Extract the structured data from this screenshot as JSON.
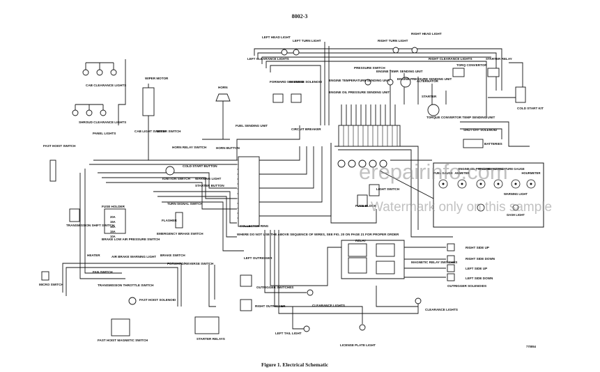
{
  "document": {
    "page_number": "8002-3",
    "caption": "Figure 1. Electrical Schematic",
    "figure_code": "770854"
  },
  "watermark": {
    "site": "erepairinfo.com",
    "notice": "Watermark only on this sample"
  },
  "labels": {
    "left_head_light": "LEFT HEAD LIGHT",
    "left_turn_light": "LEFT TURN LIGHT",
    "right_turn_light": "RIGHT TURN LIGHT",
    "right_head_light": "RIGHT HEAD LIGHT",
    "left_clearance_lights": "LEFT CLEARANCE LIGHTS",
    "right_clearance_lights": "RIGHT CLEARANCE LIGHTS",
    "starter_relay": "STARTER RELAY",
    "cab_clearance_lights": "CAB CLEARANCE LIGHTS",
    "wiper_motor": "WIPER MOTOR",
    "horn": "HORN",
    "forward_solenoid": "FORWARD SOLENOID",
    "reverse_solenoid": "REVERSE SOLENOID",
    "pressure_switch": "PRESSURE SWITCH",
    "engine_temp_sending_unit": "ENGINE TEMP. SENDING UNIT",
    "engine_temperature_sending_unit": "ENGINE TEMPERATURE SENDING UNIT",
    "engine_pressure_sending_unit": "ENGINE PRESSURE SENDING UNIT",
    "engine_oil_pressure_sending_unit": "ENGINE OIL PRESSURE SENDING UNIT",
    "alternator": "ALTERNATOR",
    "torq_convertor": "TORQ CONVERTOR",
    "starter": "STARTER",
    "cold_start_kit": "COLD START KIT",
    "shroud_clearance_lights": "SHROUD CLEARANCE LIGHTS",
    "panel_lights": "PANEL LIGHTS",
    "cab_light_switch": "CAB LIGHT SWITCH",
    "wiper_switch": "WIPER SWITCH",
    "fuel_sending_unit": "FUEL SENDING UNIT",
    "circuit_breaker": "CIRCUIT BREAKER",
    "torque_convertor_temp_sending_unit": "TORQUE CONVERTOR TEMP SENDING UNIT",
    "shut_off_solenoid": "SHUT-OFF SOLENOID",
    "batteries": "BATTERIES",
    "fast_hoist_switch": "FAST HOIST SWITCH",
    "horn_relay_switch": "HORN RELAY SWITCH",
    "horn_button": "HORN BUTTON",
    "cold_start_button": "COLD START BUTTON",
    "ignition_switch": "IGNITION SWITCH",
    "warning_light": "WARNING LIGHT",
    "starter_button": "STARTER BUTTON",
    "light_switch": "LIGHT SWITCH",
    "fuse_block": "FUSE BLOCK",
    "transmission_shift_switch": "TRANSMISSION SHIFT SWITCH",
    "fuse_holder": "FUSE HOLDER",
    "turn_signal_switch": "TURN SIGNAL SWITCH",
    "flasher": "FLASHER",
    "emergency_brake_switch": "EMERGENCY BRAKE SWITCH",
    "brake_low_air_pressure_switch": "BRAKE LOW AIR PRESSURE SWITCH",
    "air_brake_warning_light": "AIR BRAKE WARNING LIGHT",
    "brake_switch": "BRAKE SWITCH",
    "forward_reverse_switch": "FORWARD/REVERSE SWITCH",
    "heater": "HEATER",
    "fan_switch": "FAN SWITCH",
    "transmission_throttle_switch": "TRANSMISSION THROTTLE SWITCH",
    "collector_ring": "COLLECTOR RING",
    "sequence_note": "WHERE DO NOT USE THE ABOVE SEQUENCE OF WIRES, SEE FIG. 20 ON PAGE 21 FOR PROPER ORDER",
    "left_outrigger": "LEFT OUTRIGGER",
    "outrigger_switches": "OUTRIGGER SWITCHES",
    "right_outrigger": "RIGHT OUTRIGGER",
    "clearance_lights": "CLEARANCE LIGHTS",
    "relay": "RELAY",
    "magnetic_relay_switches": "MAGNETIC RELAY SWITCHES",
    "outrigger_solenoids": "OUTRIGGER SOLENOIDS",
    "right_side_up": "RIGHT SIDE UP",
    "right_side_down": "RIGHT SIDE DOWN",
    "left_side_up": "LEFT SIDE UP",
    "left_side_down": "LEFT SIDE DOWN",
    "micro_switch": "MICRO SWITCH",
    "fast_hoist_solenoid": "FAST HOIST SOLENOID",
    "fast_hoist_magnetic_switch": "FAST HOIST MAGNETIC SWITCH",
    "starter_relays": "STARTER RELAYS",
    "left_tail_light": "LEFT TAIL LIGHT",
    "license_plate_light": "LICENSE PLATE LIGHT",
    "clearance_lights_right": "CLEARANCE LIGHTS"
  },
  "gauge_panel": {
    "gauges": [
      "FUEL GAUGE",
      "AMMETER",
      "ENGINE OIL PRESSURE GAUGE",
      "ENGINE TEMPERATURE GAUGE",
      "HOURMETER"
    ],
    "warning_light": "WARNING LIGHT",
    "dash_light": "DASH LIGHT"
  },
  "fuse_ratings": [
    "20A",
    "15A",
    "15A",
    "15A",
    "10A"
  ]
}
